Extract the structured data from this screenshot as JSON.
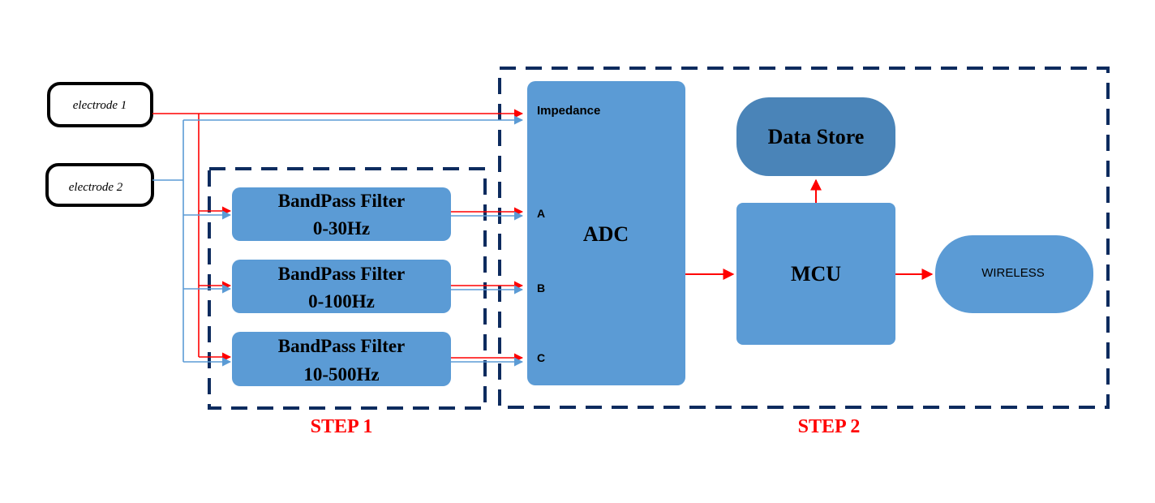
{
  "electrodes": {
    "e1_label": "electrode 1",
    "e2_label": "electrode 2"
  },
  "filters": [
    {
      "line1": "BandPass Filter",
      "line2": "0-30Hz"
    },
    {
      "line1": "BandPass Filter",
      "line2": "0-100Hz"
    },
    {
      "line1": "BandPass Filter",
      "line2": "10-500Hz"
    }
  ],
  "adc": {
    "label": "ADC",
    "impedance_label": "Impedance",
    "inputs": [
      "A",
      "B",
      "C"
    ]
  },
  "mcu": {
    "label": "MCU"
  },
  "data_store": {
    "label": "Data Store"
  },
  "wireless": {
    "label": "WIRELESS"
  },
  "steps": {
    "step1": "STEP 1",
    "step2": "STEP 2"
  },
  "colors": {
    "block_fill": "#5b9bd5",
    "data_store_fill": "#4a84b8",
    "red_line": "#ff0000",
    "blue_line": "#5b9bd5",
    "dashed_border": "#0d2b5e",
    "step_text": "#ff0000",
    "electrode_border": "#000000"
  }
}
